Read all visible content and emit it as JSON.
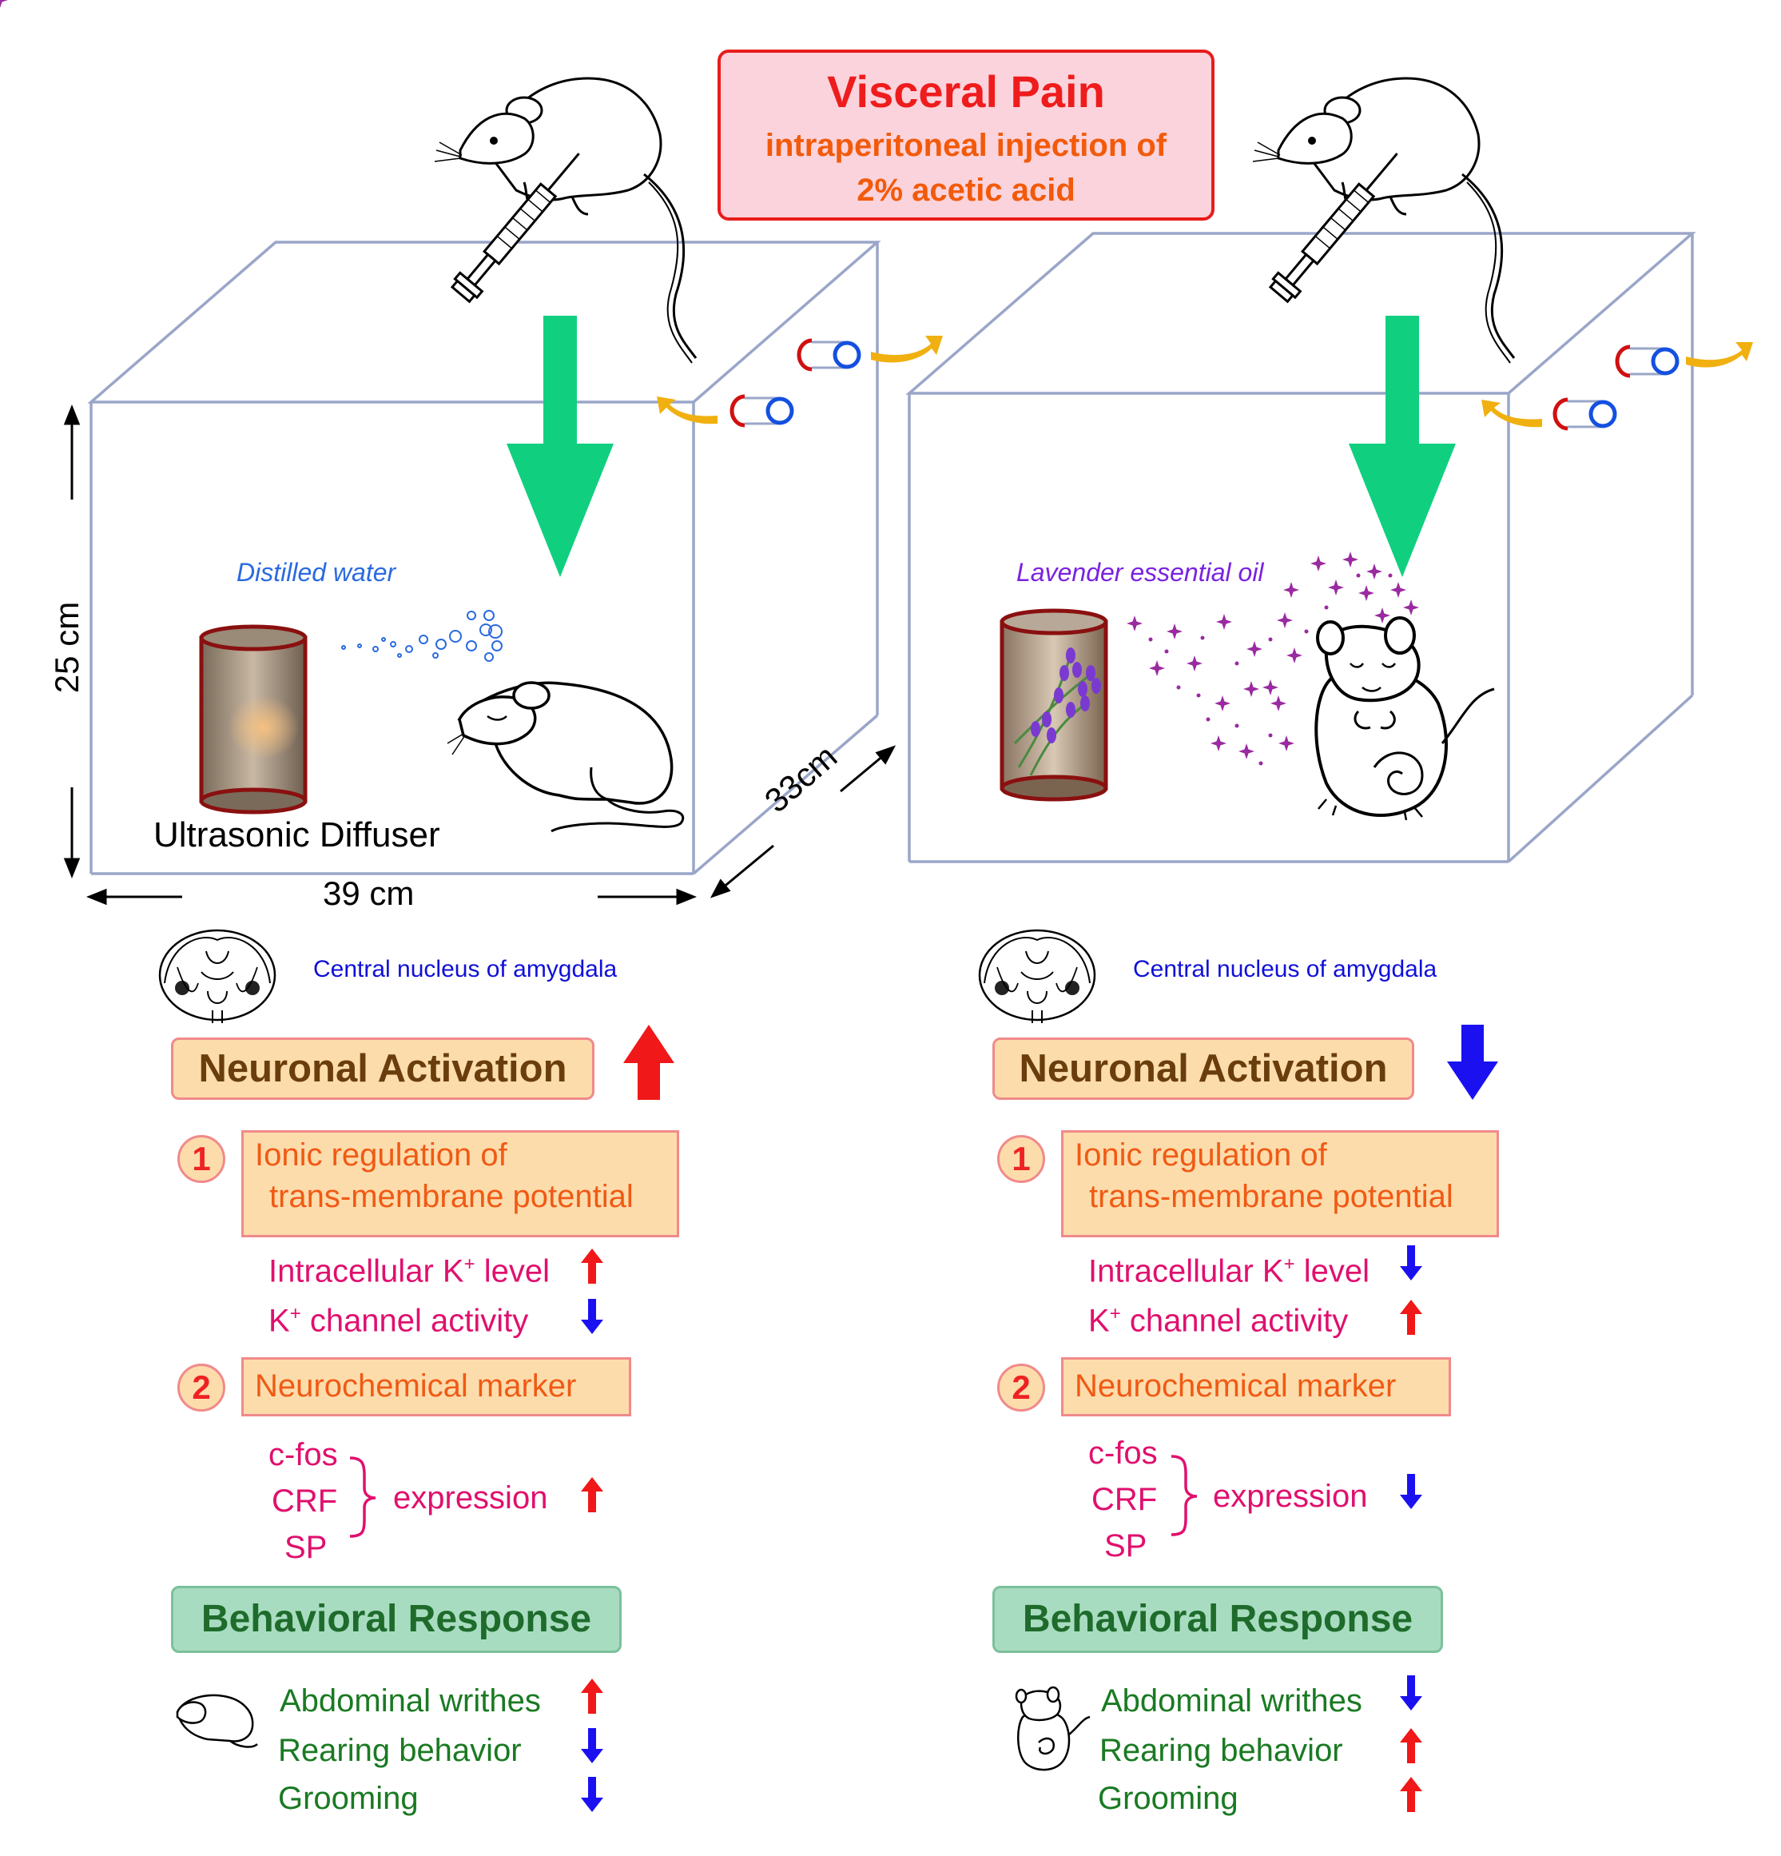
{
  "header": {
    "title": "Visceral Pain",
    "line1": "intraperitoneal injection of",
    "line2": "2% acetic acid"
  },
  "dimensions": {
    "height": "25 cm",
    "width": "39 cm",
    "depth": "33cm"
  },
  "left": {
    "scent_label": "Distilled water",
    "diffuser_label": "Ultrasonic Diffuser",
    "region": "Central nucleus of amygdala",
    "activation": "Neuronal Activation",
    "section1": {
      "number": "1",
      "line1": "Ionic regulation of",
      "line2": "trans-membrane potential"
    },
    "k_level": "Intracellular K",
    "k_level_sup": "+",
    "k_level_tail": " level",
    "k_channel_sup": "+",
    "k_channel": "K",
    "k_channel_tail": " channel activity",
    "section2": {
      "number": "2",
      "label": "Neurochemical marker"
    },
    "markers": [
      "c-fos",
      "CRF",
      "SP"
    ],
    "expression": "expression",
    "behavior": "Behavioral Response",
    "behaviors": [
      "Abdominal writhes",
      "Rearing behavior",
      "Grooming"
    ]
  },
  "right": {
    "scent_label": "Lavender essential oil",
    "region": "Central nucleus of amygdala",
    "activation": "Neuronal Activation",
    "section1": {
      "number": "1",
      "line1": "Ionic regulation of",
      "line2": "trans-membrane potential"
    },
    "k_level": "Intracellular K",
    "k_level_sup": "+",
    "k_level_tail": " level",
    "k_channel_sup": "+",
    "k_channel": "K",
    "k_channel_tail": " channel activity",
    "section2": {
      "number": "2",
      "label": "Neurochemical marker"
    },
    "markers": [
      "c-fos",
      "CRF",
      "SP"
    ],
    "expression": "expression",
    "behavior": "Behavioral Response",
    "behaviors": [
      "Abdominal writhes",
      "Rearing behavior",
      "Grooming"
    ]
  },
  "arrow_directions": {
    "left": {
      "activation": "up",
      "k_level": "up",
      "k_channel": "down",
      "expression": "up",
      "writhes": "up",
      "rearing": "down",
      "grooming": "down"
    },
    "right": {
      "activation": "down",
      "k_level": "down",
      "k_channel": "up",
      "expression": "down",
      "writhes": "down",
      "rearing": "up",
      "grooming": "up"
    }
  },
  "colors": {
    "up_arrow": "#f01818",
    "down_arrow": "#1a10f0",
    "big_arrow": "#10d080",
    "cage": "#9aa6c8",
    "title_red": "#ee1c1c",
    "water_label": "#2a6ae0",
    "lavender_label": "#7a22e0"
  }
}
